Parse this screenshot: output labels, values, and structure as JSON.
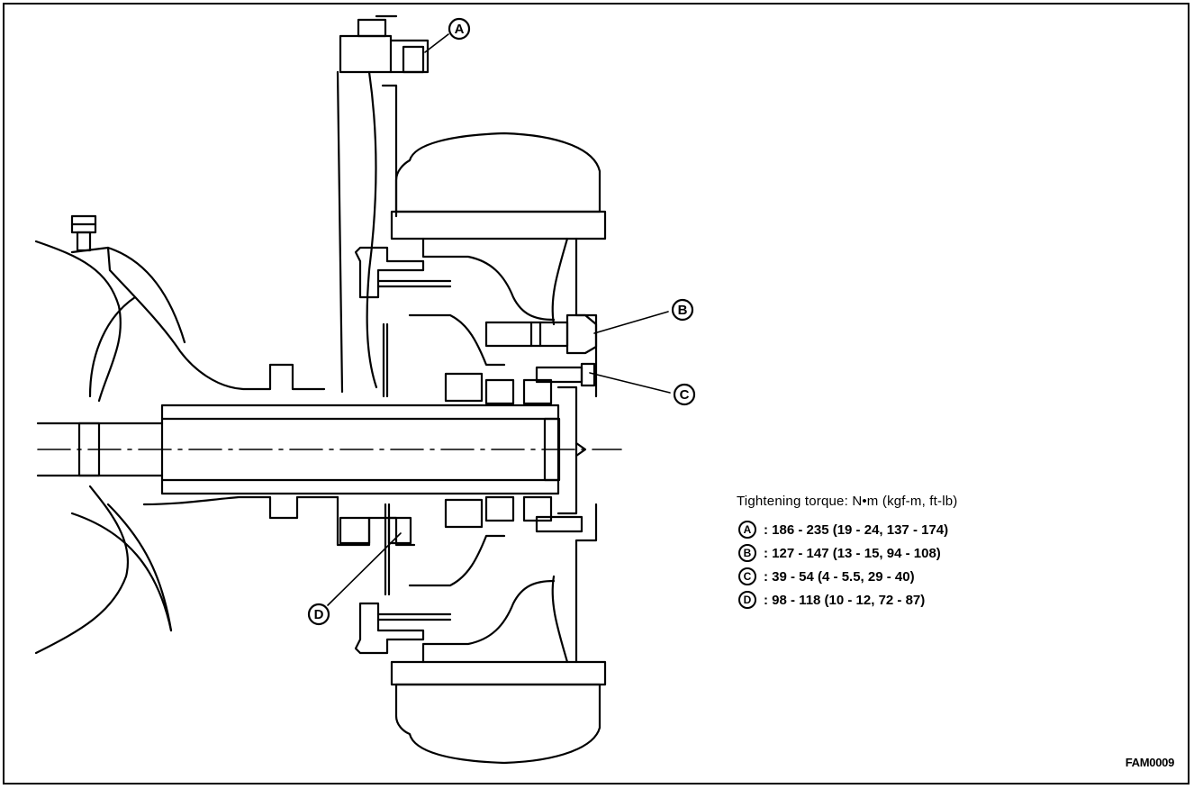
{
  "callouts": [
    {
      "id": "A",
      "label": "A"
    },
    {
      "id": "B",
      "label": "B"
    },
    {
      "id": "C",
      "label": "C"
    },
    {
      "id": "D",
      "label": "D"
    }
  ],
  "legend": {
    "title": "Tightening torque: N•m (kgf-m, ft-lb)",
    "items": [
      {
        "mark": "A",
        "text": ": 186 - 235 (19 - 24, 137 - 174)"
      },
      {
        "mark": "B",
        "text": ": 127 - 147 (13 - 15, 94 - 108)"
      },
      {
        "mark": "C",
        "text": ": 39 - 54 (4 - 5.5, 29 - 40)"
      },
      {
        "mark": "D",
        "text": ": 98 - 118 (10 - 12, 72 - 87)"
      }
    ]
  },
  "figure_code": "FAM0009"
}
